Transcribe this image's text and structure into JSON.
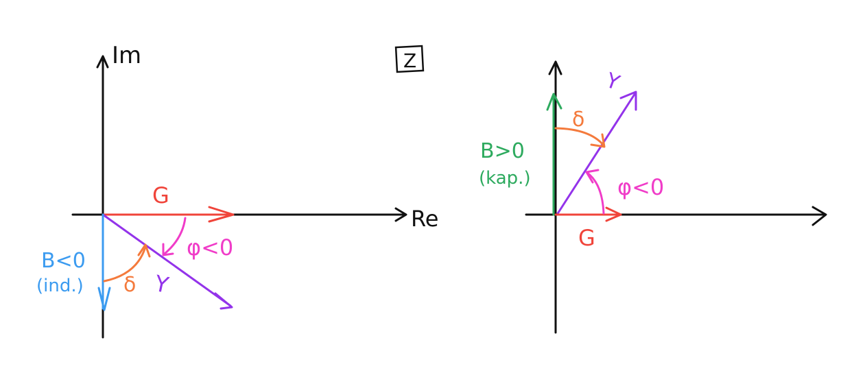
{
  "left_diagram": {
    "axis_im_label": "Im",
    "axis_re_label": "Re",
    "boxed_label": "Z",
    "g_label": "G",
    "y_label": "Y",
    "phi_label": "φ<0",
    "delta_label": "δ",
    "b_label": "B<0",
    "b_note": "(ind.)"
  },
  "right_diagram": {
    "y_label": "Y",
    "delta_label": "δ",
    "b_label": "B>0",
    "b_note": "(kap.)",
    "phi_label": "φ<0",
    "g_label": "G"
  },
  "colors": {
    "axis": "#111111",
    "conductance": "#f0443a",
    "admittance": "#9333ea",
    "phase": "#f03cc8",
    "loss_angle": "#f47a3c",
    "susceptance_inductive": "#3b9bf0",
    "susceptance_capacitive": "#2daa5e"
  }
}
